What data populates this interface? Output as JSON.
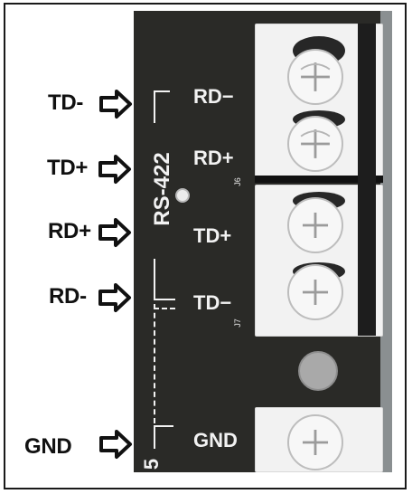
{
  "left_labels": {
    "td_minus": "TD-",
    "td_plus": "TD+",
    "rd_plus": "RD+",
    "rd_minus": "RD-",
    "gnd": "GND"
  },
  "board_labels": {
    "rd_minus": "RD−",
    "rd_plus": "RD+",
    "td_plus": "TD+",
    "td_minus": "TD−",
    "gnd": "GND",
    "rs422": "RS-422",
    "j6": "J6",
    "j7": "J7",
    "bottom_digit": "5"
  },
  "colors": {
    "pcb": "#2a2a27",
    "silkscreen": "#f2f2f2",
    "terminal": "#f2f2f2",
    "arrow_stroke": "#111111"
  },
  "icons": {
    "arrow": "arrow-right-icon",
    "screw": "screw-icon"
  }
}
